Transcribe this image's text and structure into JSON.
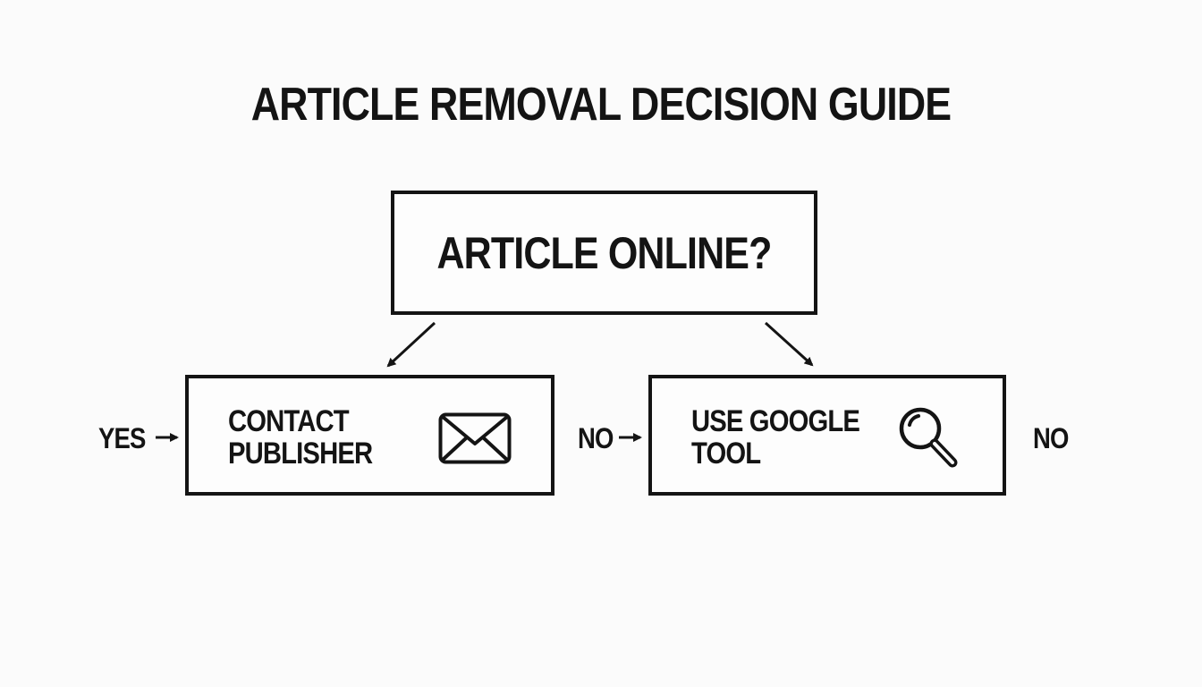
{
  "title": "ARTICLE REMOVAL DECISION GUIDE",
  "nodes": {
    "question": {
      "label": "ARTICLE ONLINE?"
    },
    "yes_branch": {
      "line1": "CONTACT",
      "line2": "PUBLISHER",
      "icon": "envelope-icon"
    },
    "no_branch": {
      "line1": "USE GOOGLE",
      "line2": "TOOL",
      "icon": "magnifying-glass-icon"
    }
  },
  "edges": {
    "yes_label": "YES",
    "no_label_in": "NO",
    "no_label_out": "NO",
    "arrow_glyph": "→"
  },
  "colors": {
    "stroke": "#141414",
    "background": "#fbfbfb"
  }
}
